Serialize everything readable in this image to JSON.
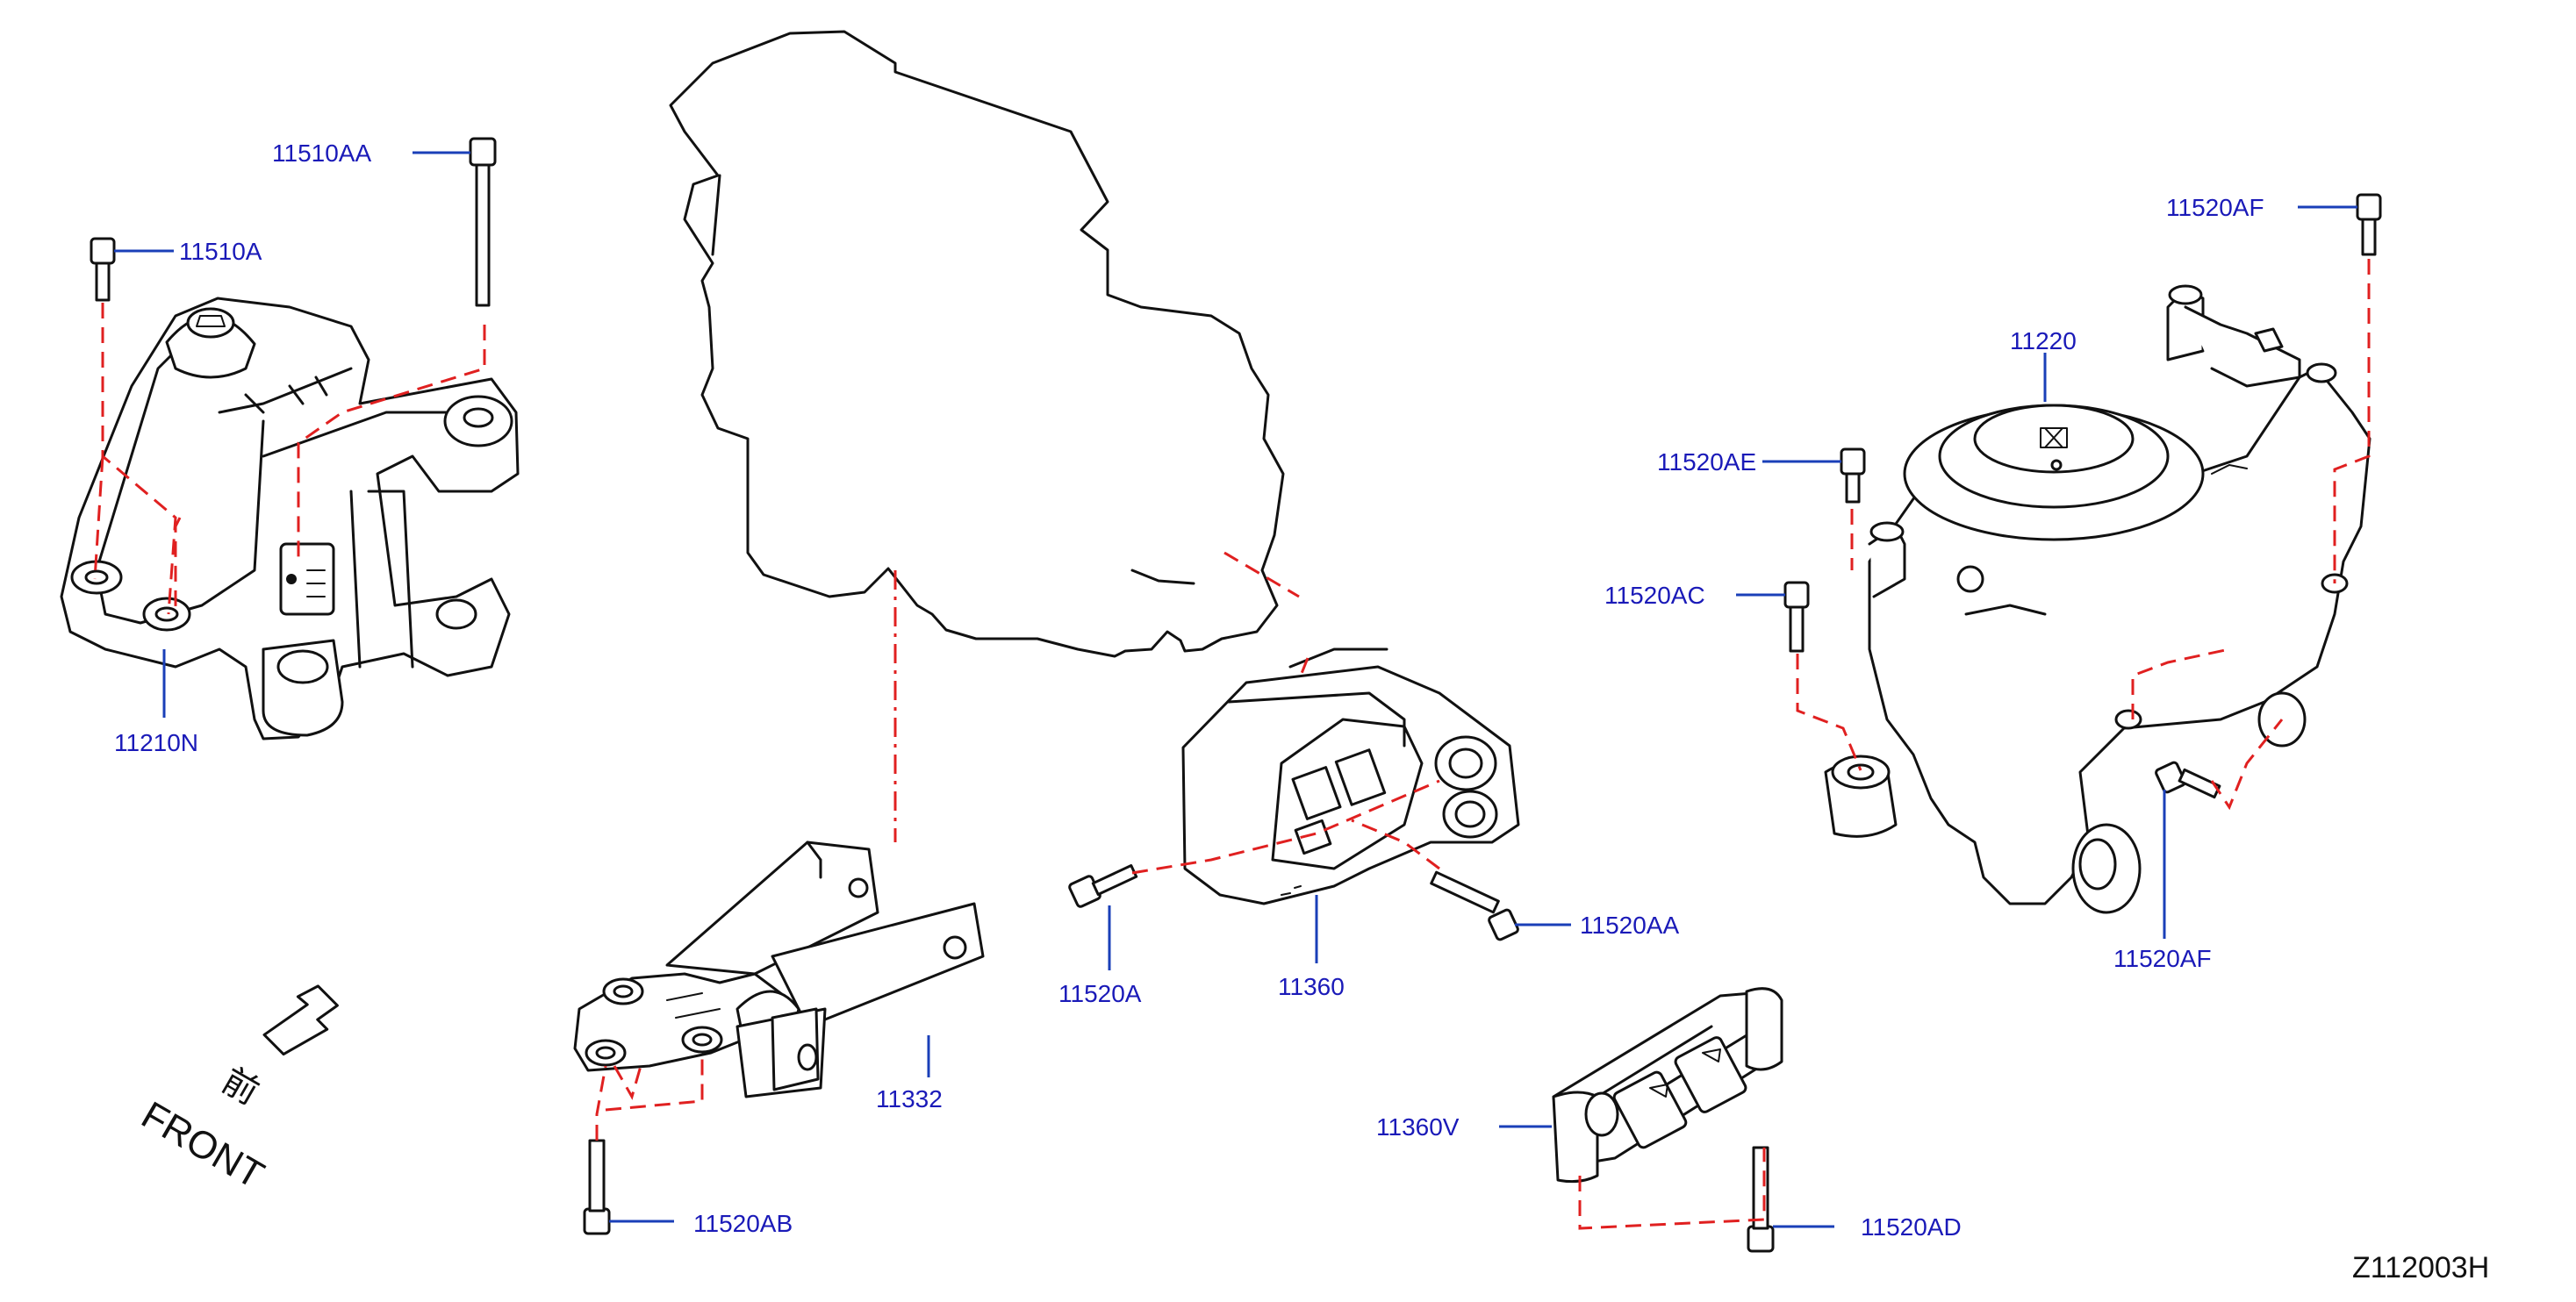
{
  "diagram": {
    "code": "Z112003H",
    "front_arrow": {
      "kanji": "前",
      "label": "FRONT"
    },
    "parts": [
      {
        "id": "11510AA",
        "label": "11510AA"
      },
      {
        "id": "11510A",
        "label": "11510A"
      },
      {
        "id": "11210N",
        "label": "11210N"
      },
      {
        "id": "11332",
        "label": "11332"
      },
      {
        "id": "11520AB",
        "label": "11520AB"
      },
      {
        "id": "11520A",
        "label": "11520A"
      },
      {
        "id": "11360",
        "label": "11360"
      },
      {
        "id": "11520AA",
        "label": "11520AA"
      },
      {
        "id": "11360V",
        "label": "11360V"
      },
      {
        "id": "11520AD",
        "label": "11520AD"
      },
      {
        "id": "11520AF_top",
        "label": "11520AF"
      },
      {
        "id": "11220",
        "label": "11220"
      },
      {
        "id": "11520AE",
        "label": "11520AE"
      },
      {
        "id": "11520AC",
        "label": "11520AC"
      },
      {
        "id": "11520AF_bottom",
        "label": "11520AF"
      }
    ]
  },
  "colors": {
    "label": "#1a1ab8",
    "leader": "#1a3fb8",
    "dash": "#e02020",
    "ink": "#111111"
  }
}
